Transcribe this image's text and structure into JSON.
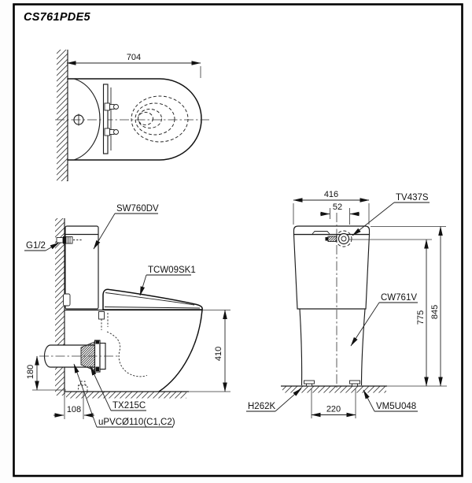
{
  "page": {
    "title": "CS761PDE5"
  },
  "views": {
    "top": {
      "dims": {
        "overall_depth": "704"
      }
    },
    "side": {
      "labels": {
        "tank": "SW760DV",
        "supply": "G1/2",
        "seat": "TCW09SK1",
        "flange": "TX215C",
        "pipe": "uPVCØ110(C1,C2)"
      },
      "dims": {
        "rim_height": "410",
        "pipe_center_height": "180",
        "pipe_offset": "108"
      }
    },
    "rear": {
      "labels": {
        "valve": "TV437S",
        "bowl": "CW761V",
        "bolt_left": "H262K",
        "bolt_right": "VM5U048"
      },
      "dims": {
        "tank_width": "416",
        "valve_offset": "52",
        "height_to_valve": "775",
        "total_height": "845",
        "bolt_spacing": "220"
      }
    }
  }
}
